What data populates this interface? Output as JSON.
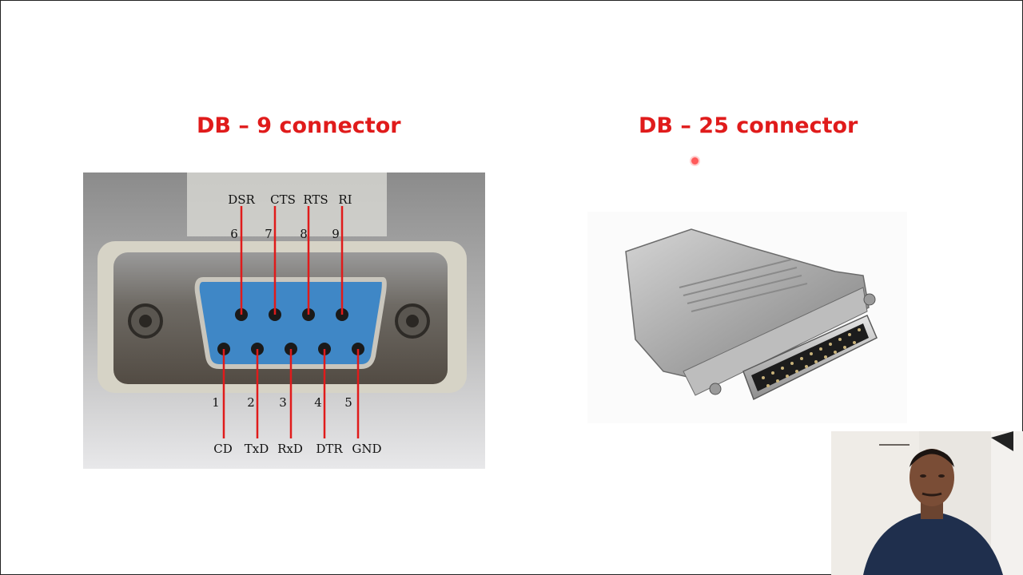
{
  "slide": {
    "db9_title": "DB – 9 connector",
    "db25_title": "DB – 25 connector"
  },
  "db9": {
    "top_signals": [
      "DSR",
      "CTS",
      "RTS",
      "RI"
    ],
    "top_numbers": [
      "6",
      "7",
      "8",
      "9"
    ],
    "bottom_numbers": [
      "1",
      "2",
      "3",
      "4",
      "5"
    ],
    "bottom_signals": [
      "CD",
      "TxD",
      "RxD",
      "DTR",
      "GND"
    ]
  },
  "colors": {
    "title": "#e01b1b",
    "pin_lines": "#e01b1b",
    "connector_face": "#3f87c6"
  },
  "icons": {
    "pointer": "laser-pointer-icon"
  }
}
